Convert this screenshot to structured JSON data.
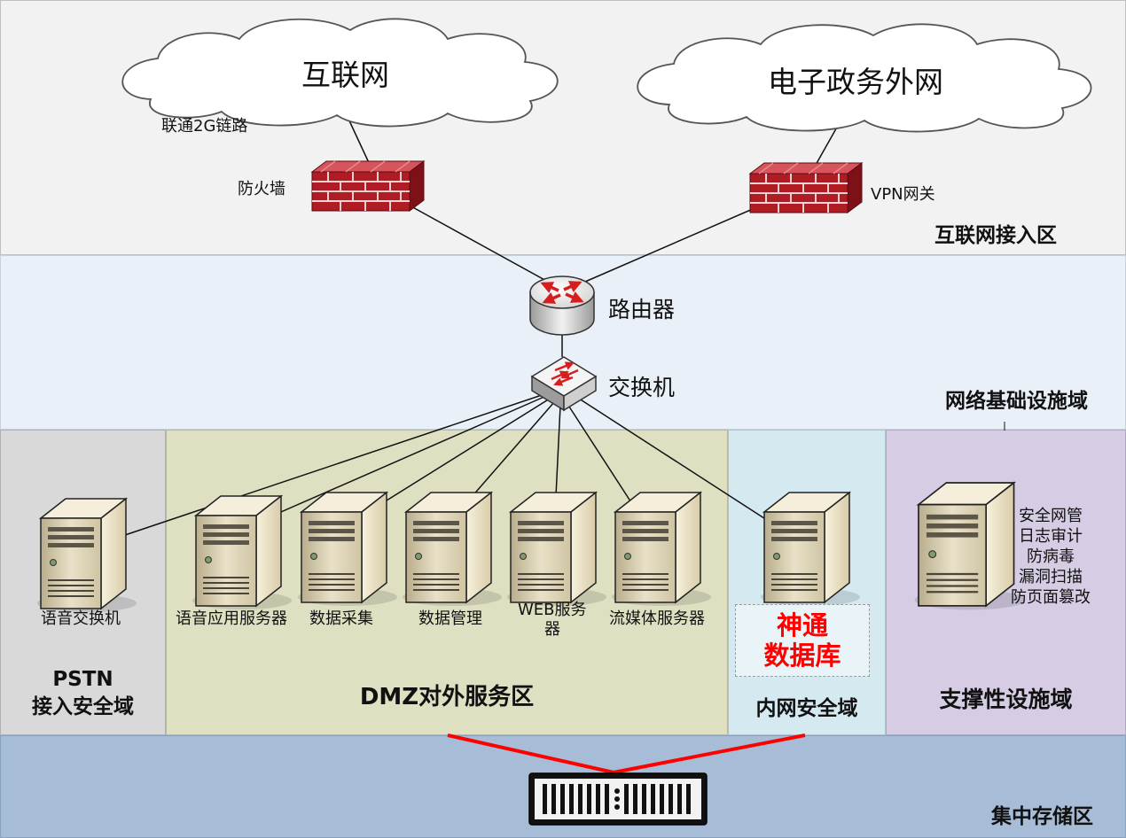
{
  "zones": {
    "internet_access": "互联网接入区",
    "infrastructure": "网络基础设施域",
    "pstn_line1": "PSTN",
    "pstn_line2": "接入安全域",
    "dmz": "DMZ对外服务区",
    "intranet": "内网安全域",
    "support": "支撑性设施域",
    "storage": "集中存储区"
  },
  "clouds": {
    "internet": "互联网",
    "egov": "电子政务外网"
  },
  "links": {
    "unicom": "联通2G链路"
  },
  "devices": {
    "firewall": "防火墙",
    "vpn": "VPN网关",
    "router": "路由器",
    "switch": "交换机",
    "voice_switch": "语音交换机",
    "voice_app_server": "语音应用服务器",
    "data_collection": "数据采集",
    "data_management": "数据管理",
    "web_server_line1": "WEB服务",
    "web_server_line2": "器",
    "streaming_server": "流媒体服务器"
  },
  "database": {
    "line1": "神通",
    "line2": "数据库"
  },
  "support_services": [
    "安全网管",
    "日志审计",
    "防病毒",
    "漏洞扫描",
    "防页面篡改"
  ],
  "colors": {
    "firewall": "#b01c24",
    "database_text": "#ff0000",
    "storage_link": "#ff0000",
    "router_arrows": "#d51f1f"
  },
  "icons": {
    "cloud": "cloud-icon",
    "firewall": "brick-wall-icon",
    "router": "router-icon",
    "switch": "switch-icon",
    "server": "tower-server-icon",
    "storage": "rack-storage-icon"
  }
}
